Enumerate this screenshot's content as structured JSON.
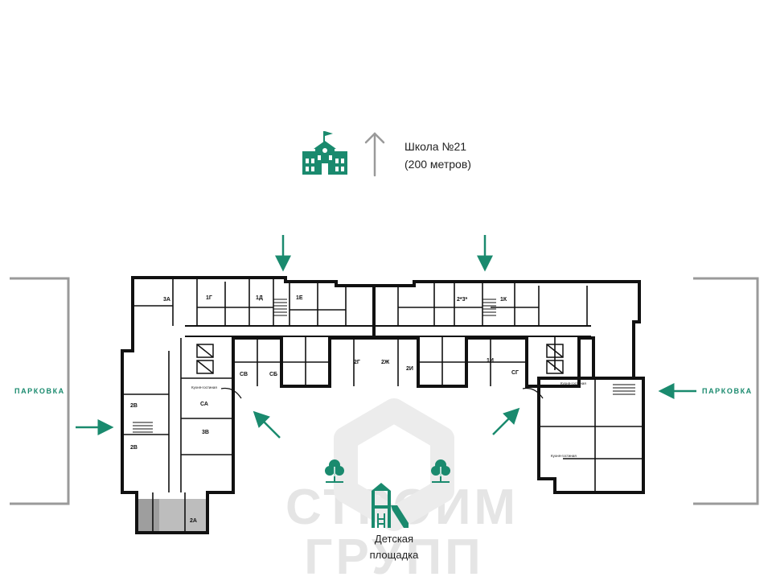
{
  "school": {
    "name": "Школа №21",
    "distance": "(200 метров)"
  },
  "parking": {
    "left": "ПАРКОВКА",
    "right": "ПАРКОВКА"
  },
  "playground": {
    "line1": "Детская",
    "line2": "площадка"
  },
  "watermark": {
    "line1": "СТРОИМ",
    "line2": "ГРУПП"
  },
  "icons": {
    "school": "school-building-icon",
    "tree": "tree-icon",
    "playground": "playground-slide-icon",
    "arrow": "entrance-arrow-icon"
  },
  "colors": {
    "accent": "#1a8a6e",
    "wall": "#111111",
    "bracket": "#9a9a9a",
    "watermark": "#e6e6e6"
  },
  "apartment_labels": [
    "3А",
    "1Г",
    "1Д",
    "1Е",
    "2*3*",
    "1К",
    "СВ",
    "СБ",
    "2Г",
    "2Ж",
    "2И",
    "1И",
    "СГ",
    "СА",
    "3В",
    "2В",
    "2В",
    "2А"
  ],
  "room_labels": [
    "Кухня-гостиная",
    "Кухня-гостиная",
    "Кухня-гостиная"
  ]
}
